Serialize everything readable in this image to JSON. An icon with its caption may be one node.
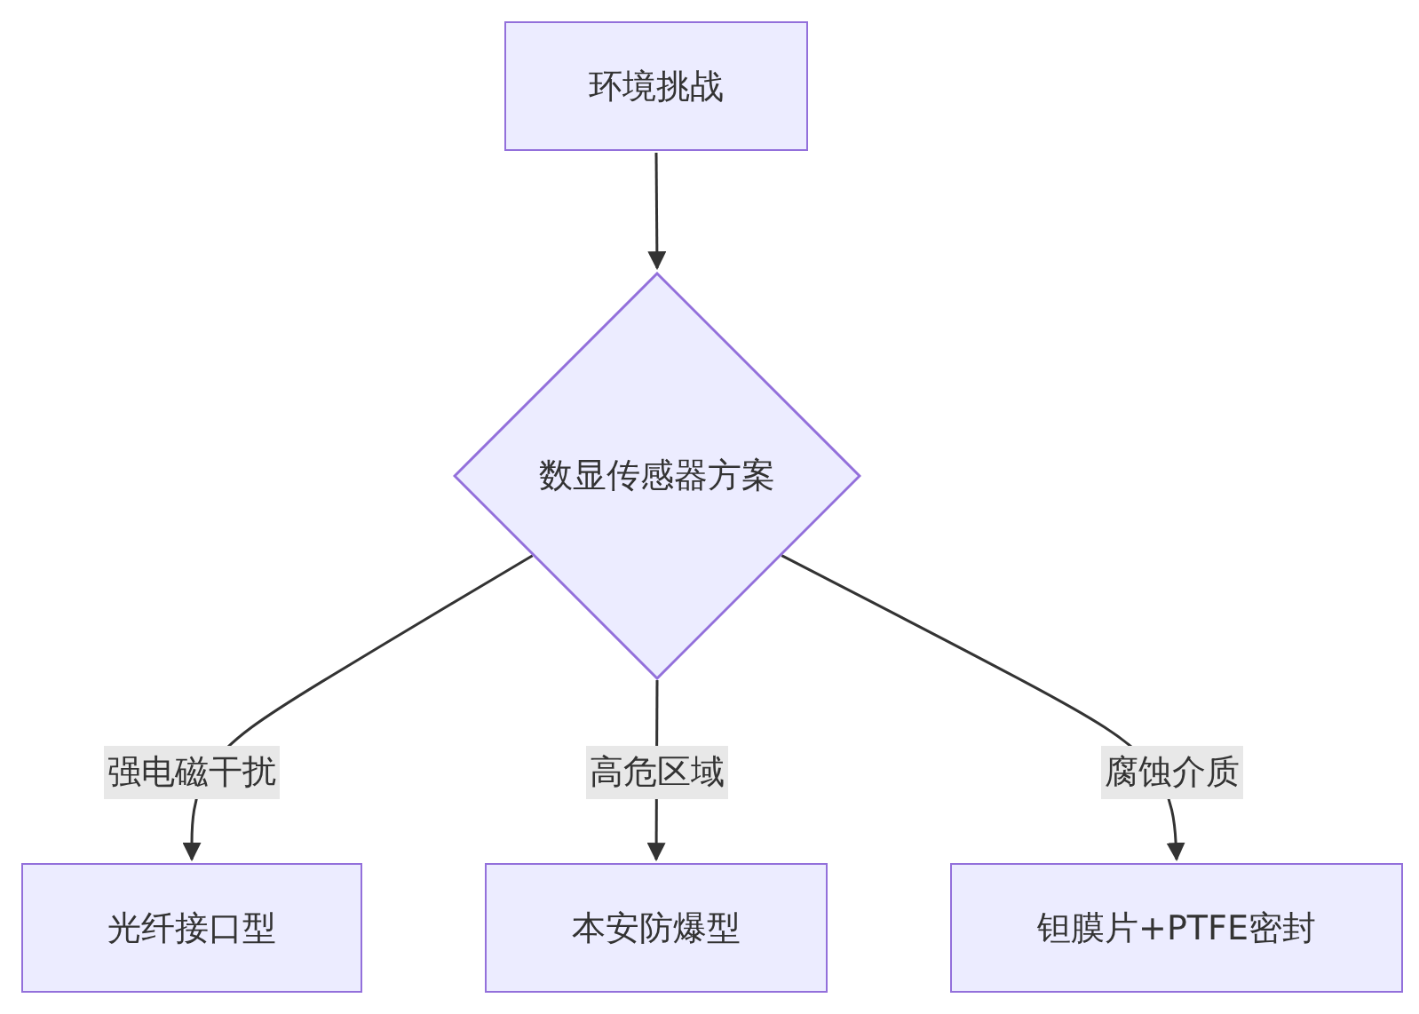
{
  "diagram": {
    "nodes": [
      {
        "text": [
          "环境挑战"
        ]
      },
      {
        "text": [
          "数显传感器方案"
        ]
      },
      {
        "text": [
          "光纤接口型"
        ]
      },
      {
        "text": [
          "本安防爆型"
        ]
      },
      {
        "text": [
          "钽膜片+PTFE密封"
        ]
      }
    ],
    "edges": [
      {
        "from": 0,
        "to": 1,
        "arrow": "to"
      },
      {
        "from": 1,
        "to": 2,
        "arrow": "to",
        "label": "强电磁干扰"
      },
      {
        "from": 1,
        "to": 3,
        "arrow": "to",
        "label": "高危区域"
      },
      {
        "from": 1,
        "to": 4,
        "arrow": "to",
        "label": "腐蚀介质"
      }
    ]
  }
}
